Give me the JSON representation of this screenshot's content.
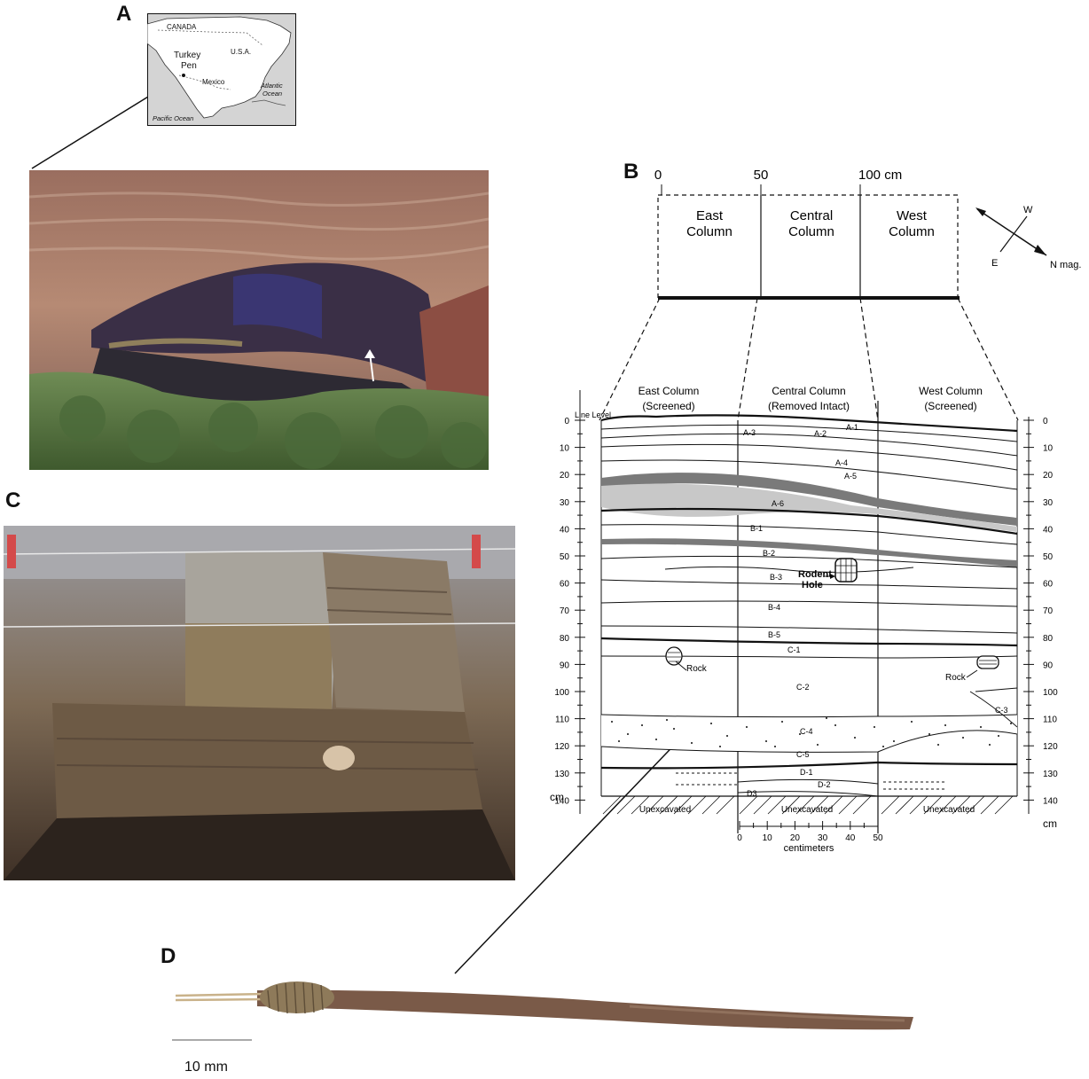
{
  "panels": {
    "a": "A",
    "b": "B",
    "c": "C",
    "d": "D"
  },
  "map": {
    "canada": "CANADA",
    "usa": "U.S.A.",
    "site_line1": "Turkey",
    "site_line2": "Pen",
    "mexico": "Mexico",
    "atlantic_line1": "Atlantic",
    "atlantic_line2": "Ocean",
    "pacific": "Pacific Ocean"
  },
  "plan": {
    "scale_ticks": [
      "0",
      "50",
      "100 cm"
    ],
    "columns": [
      {
        "line1": "East",
        "line2": "Column"
      },
      {
        "line1": "Central",
        "line2": "Column"
      },
      {
        "line1": "West",
        "line2": "Column"
      }
    ],
    "compass": {
      "w": "W",
      "e": "E",
      "n": "N mag."
    }
  },
  "profile": {
    "headers": [
      {
        "line1": "East Column",
        "line2": "(Screened)"
      },
      {
        "line1": "Central Column",
        "line2": "(Removed Intact)"
      },
      {
        "line1": "West Column",
        "line2": "(Screened)"
      }
    ],
    "line_level": "Line Level",
    "depth_ticks": [
      "0",
      "10",
      "20",
      "30",
      "40",
      "50",
      "60",
      "70",
      "80",
      "90",
      "100",
      "110",
      "120",
      "130",
      "140"
    ],
    "unit": "cm",
    "layers": [
      "A-1",
      "A-2",
      "A-3",
      "A-4",
      "A-5",
      "A-6",
      "B-1",
      "B-2",
      "B-3",
      "B-4",
      "B-5",
      "C-1",
      "C-2",
      "C-3",
      "C-4",
      "C-5",
      "D-1",
      "D-2",
      "D3"
    ],
    "rodent_line1": "Rodent",
    "rodent_line2": "Hole",
    "rock_left": "Rock",
    "rock_right": "Rock",
    "unexcavated": "Unexcavated",
    "cm_scale_ticks": [
      "0",
      "10",
      "20",
      "30",
      "40",
      "50"
    ],
    "cm_scale_label": "centimeters"
  },
  "artifact": {
    "scale_label": "10 mm"
  }
}
